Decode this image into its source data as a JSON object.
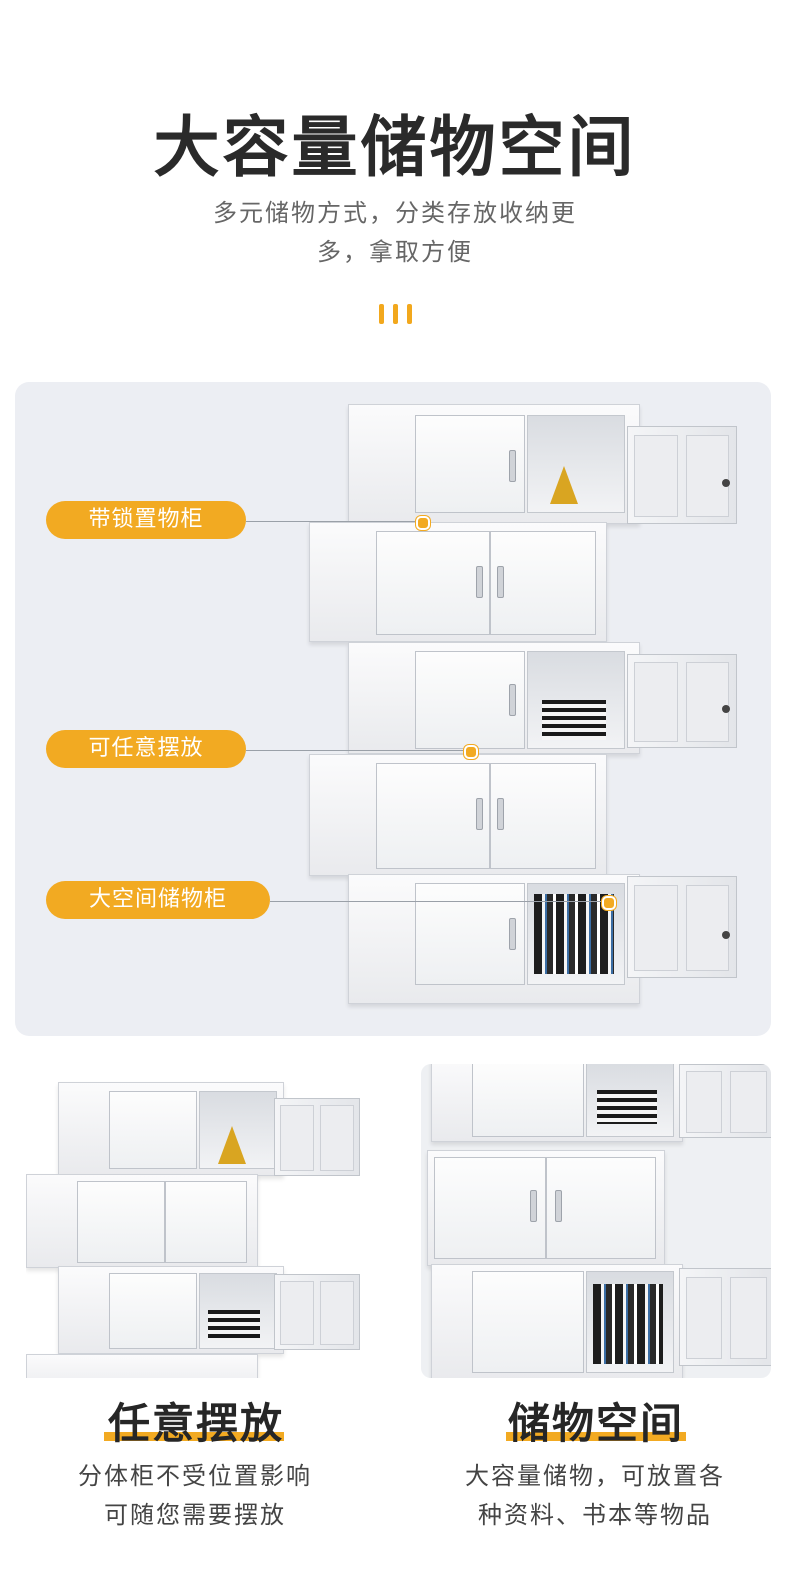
{
  "header": {
    "title": "大容量储物空间",
    "subtitle_line1": "多元储物方式，分类存放收纳更",
    "subtitle_line2": "多，拿取方便"
  },
  "callouts": [
    {
      "label": "带锁置物柜"
    },
    {
      "label": "可任意摆放"
    },
    {
      "label": "大空间储物柜"
    }
  ],
  "features": [
    {
      "title": "任意摆放",
      "line1": "分体柜不受位置影响",
      "line2": "可随您需要摆放"
    },
    {
      "title": "储物空间",
      "line1": "大容量储物，可放置各",
      "line2": "种资料、书本等物品"
    }
  ],
  "colors": {
    "accent": "#f2aa22",
    "panel": "#eceef3",
    "title": "#2a2a2a"
  },
  "icons": [
    "accent-bars-icon",
    "lock-icon",
    "handle-icon"
  ]
}
